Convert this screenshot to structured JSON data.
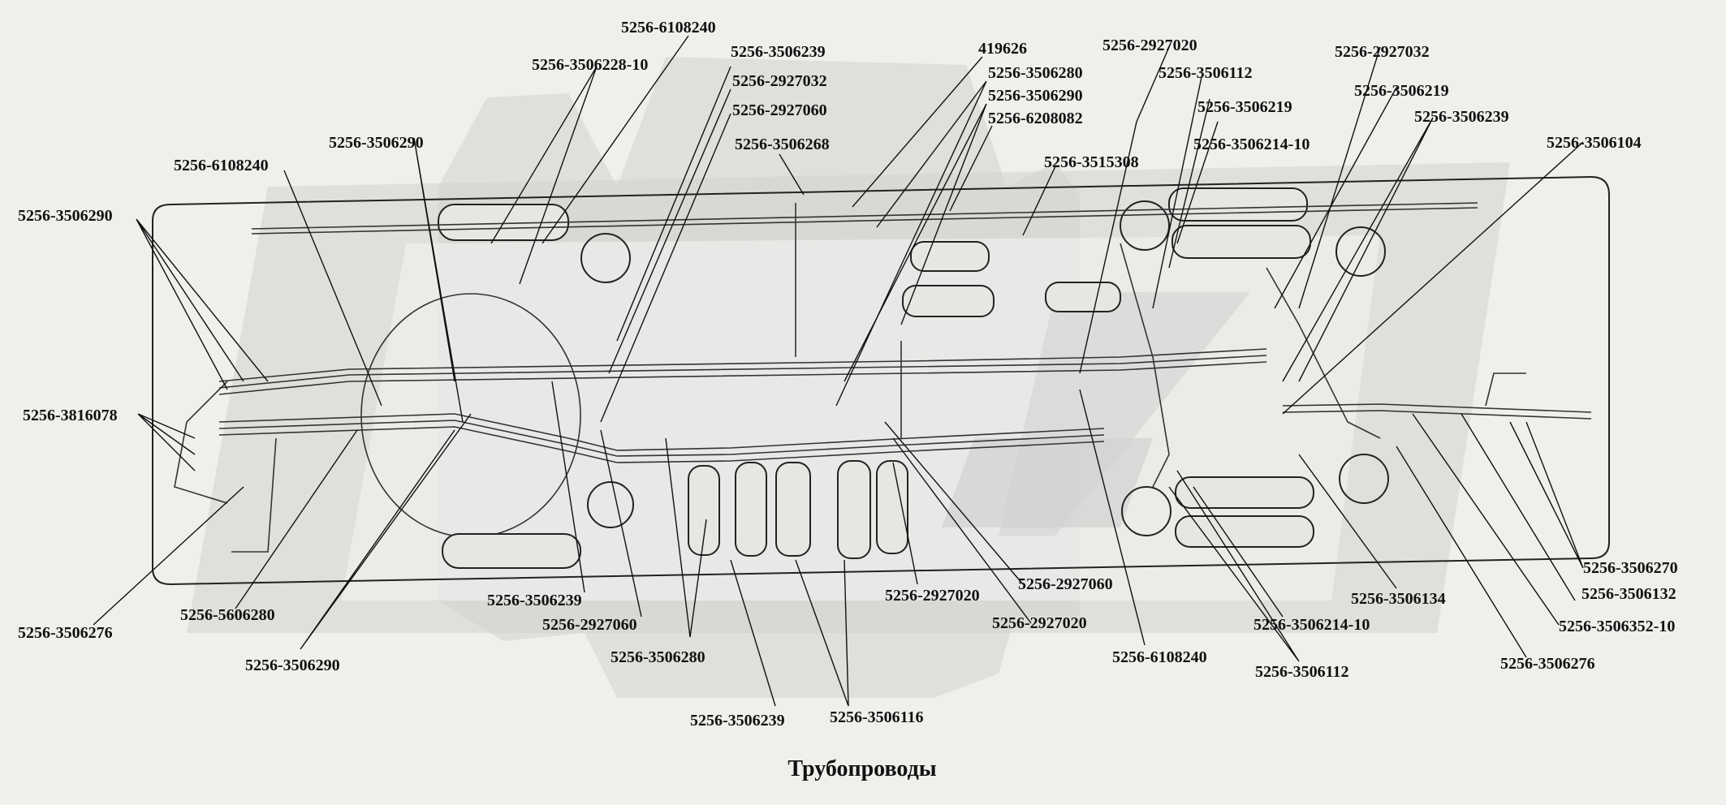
{
  "caption": "Трубопроводы",
  "labels": [
    {
      "id": "l01",
      "text": "5256-6108240"
    },
    {
      "id": "l02",
      "text": "5256-3506228-10"
    },
    {
      "id": "l03",
      "text": "5256-3506239"
    },
    {
      "id": "l04",
      "text": "5256-2927032"
    },
    {
      "id": "l05",
      "text": "5256-2927060"
    },
    {
      "id": "l06",
      "text": "5256-3506268"
    },
    {
      "id": "l07",
      "text": "419626"
    },
    {
      "id": "l08",
      "text": "5256-3506280"
    },
    {
      "id": "l09",
      "text": "5256-3506290"
    },
    {
      "id": "l10",
      "text": "5256-6208082"
    },
    {
      "id": "l11",
      "text": "5256-2927020"
    },
    {
      "id": "l12",
      "text": "5256-3506112"
    },
    {
      "id": "l13",
      "text": "5256-3506219"
    },
    {
      "id": "l14",
      "text": "5256-3506214-10"
    },
    {
      "id": "l15",
      "text": "5256-3515308"
    },
    {
      "id": "l16",
      "text": "5256-2927032"
    },
    {
      "id": "l17",
      "text": "5256-3506219"
    },
    {
      "id": "l18",
      "text": "5256-3506239"
    },
    {
      "id": "l19",
      "text": "5256-3506104"
    },
    {
      "id": "l20",
      "text": "5256-3506290"
    },
    {
      "id": "l21",
      "text": "5256-6108240"
    },
    {
      "id": "l22",
      "text": "5256-3506290"
    },
    {
      "id": "l23",
      "text": "5256-3816078"
    },
    {
      "id": "l24",
      "text": "5256-3506276"
    },
    {
      "id": "l25",
      "text": "5256-5606280"
    },
    {
      "id": "l26",
      "text": "5256-3506290"
    },
    {
      "id": "l27",
      "text": "5256-3506239"
    },
    {
      "id": "l28",
      "text": "5256-2927060"
    },
    {
      "id": "l29",
      "text": "5256-3506280"
    },
    {
      "id": "l30",
      "text": "5256-3506239"
    },
    {
      "id": "l31",
      "text": "5256-3506116"
    },
    {
      "id": "l32",
      "text": "5256-2927020"
    },
    {
      "id": "l33",
      "text": "5256-2927060"
    },
    {
      "id": "l34",
      "text": "5256-2927020"
    },
    {
      "id": "l35",
      "text": "5256-6108240"
    },
    {
      "id": "l36",
      "text": "5256-3506214-10"
    },
    {
      "id": "l37",
      "text": "5256-3506112"
    },
    {
      "id": "l38",
      "text": "5256-3506134"
    },
    {
      "id": "l39",
      "text": "5256-3506276"
    },
    {
      "id": "l40",
      "text": "5256-3506352-10"
    },
    {
      "id": "l41",
      "text": "5256-3506132"
    },
    {
      "id": "l42",
      "text": "5256-3506270"
    }
  ]
}
